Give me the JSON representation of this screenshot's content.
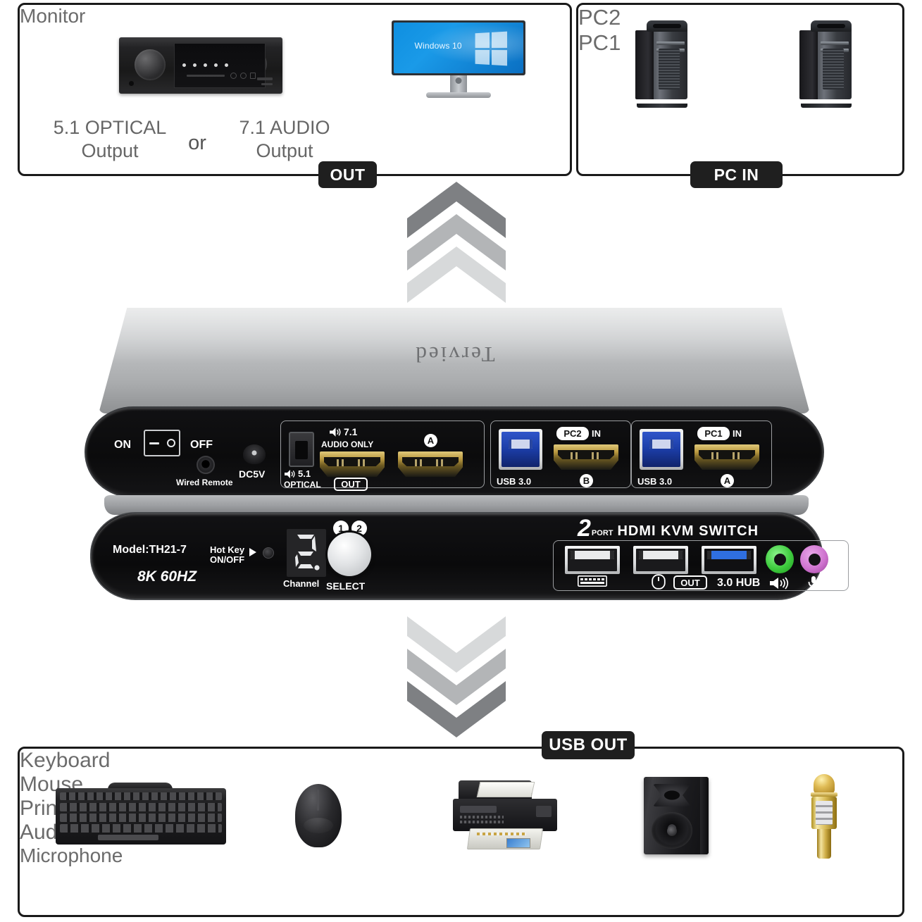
{
  "diagram": {
    "title": "2 Port HDMI KVM Switch connection diagram",
    "colors": {
      "frame": "#1a1a1a",
      "tag_bg": "#1f1f1f",
      "caption": "#6b6b6b",
      "chevron_dark": "#7e8083",
      "chevron_mid": "#b3b5b7",
      "chevron_light": "#d7d9da",
      "usb3_blue": "#2f6fe0",
      "hdmi_gold": "#c9a94f",
      "audio_green": "#4ad24a",
      "mic_pink": "#d07ad0"
    }
  },
  "out_panel": {
    "tag": "OUT",
    "audio_label_left_line1": "5.1 OPTICAL",
    "audio_label_left_line2": "Output",
    "or_label": "or",
    "audio_label_right_line1": "7.1 AUDIO",
    "audio_label_right_line2": "Output",
    "monitor_caption": "Monitor",
    "monitor_screen_text": "Windows 10"
  },
  "pc_panel": {
    "tag": "PC IN",
    "items": [
      {
        "caption": "PC2"
      },
      {
        "caption": "PC1"
      }
    ]
  },
  "usb_panel": {
    "tag": "USB OUT",
    "items": [
      {
        "caption": "Keyboard"
      },
      {
        "caption": "Mouse"
      },
      {
        "caption": "Printer"
      },
      {
        "caption": "Audio"
      },
      {
        "caption": "Microphone"
      }
    ]
  },
  "kvm": {
    "brand_logo": "Tervied",
    "rear": {
      "power_on": "ON",
      "power_off": "OFF",
      "wired_remote": "Wired Remote",
      "dc_label": "DC5V",
      "optical_label_num": "5.1",
      "optical_label_text": "OPTICAL",
      "audio_71": "7.1",
      "audio_only": "AUDIO ONLY",
      "hdmi_out_tag": "OUT",
      "hdmi_out_letter": "A",
      "pc2": {
        "tag_left": "PC2",
        "tag_right": "IN",
        "usb": "USB 3.0",
        "hdmi_letter": "B"
      },
      "pc1": {
        "tag_left": "PC1",
        "tag_right": "IN",
        "usb": "USB 3.0",
        "hdmi_letter": "A"
      }
    },
    "front": {
      "model": "Model:TH21-7",
      "resolution": "8K 60HZ",
      "hotkey_line1": "Hot Key",
      "hotkey_line2": "ON/OFF",
      "channel_value": "2.",
      "channel_label": "Channel",
      "select_label": "SELECT",
      "select_badge_1": "1",
      "select_badge_2": "2",
      "title_num": "2",
      "title_port": "PORT",
      "title_rest": "HDMI KVM SWITCH",
      "usb_out_tag": "OUT",
      "usb_hub_label": "3.0 HUB"
    }
  }
}
